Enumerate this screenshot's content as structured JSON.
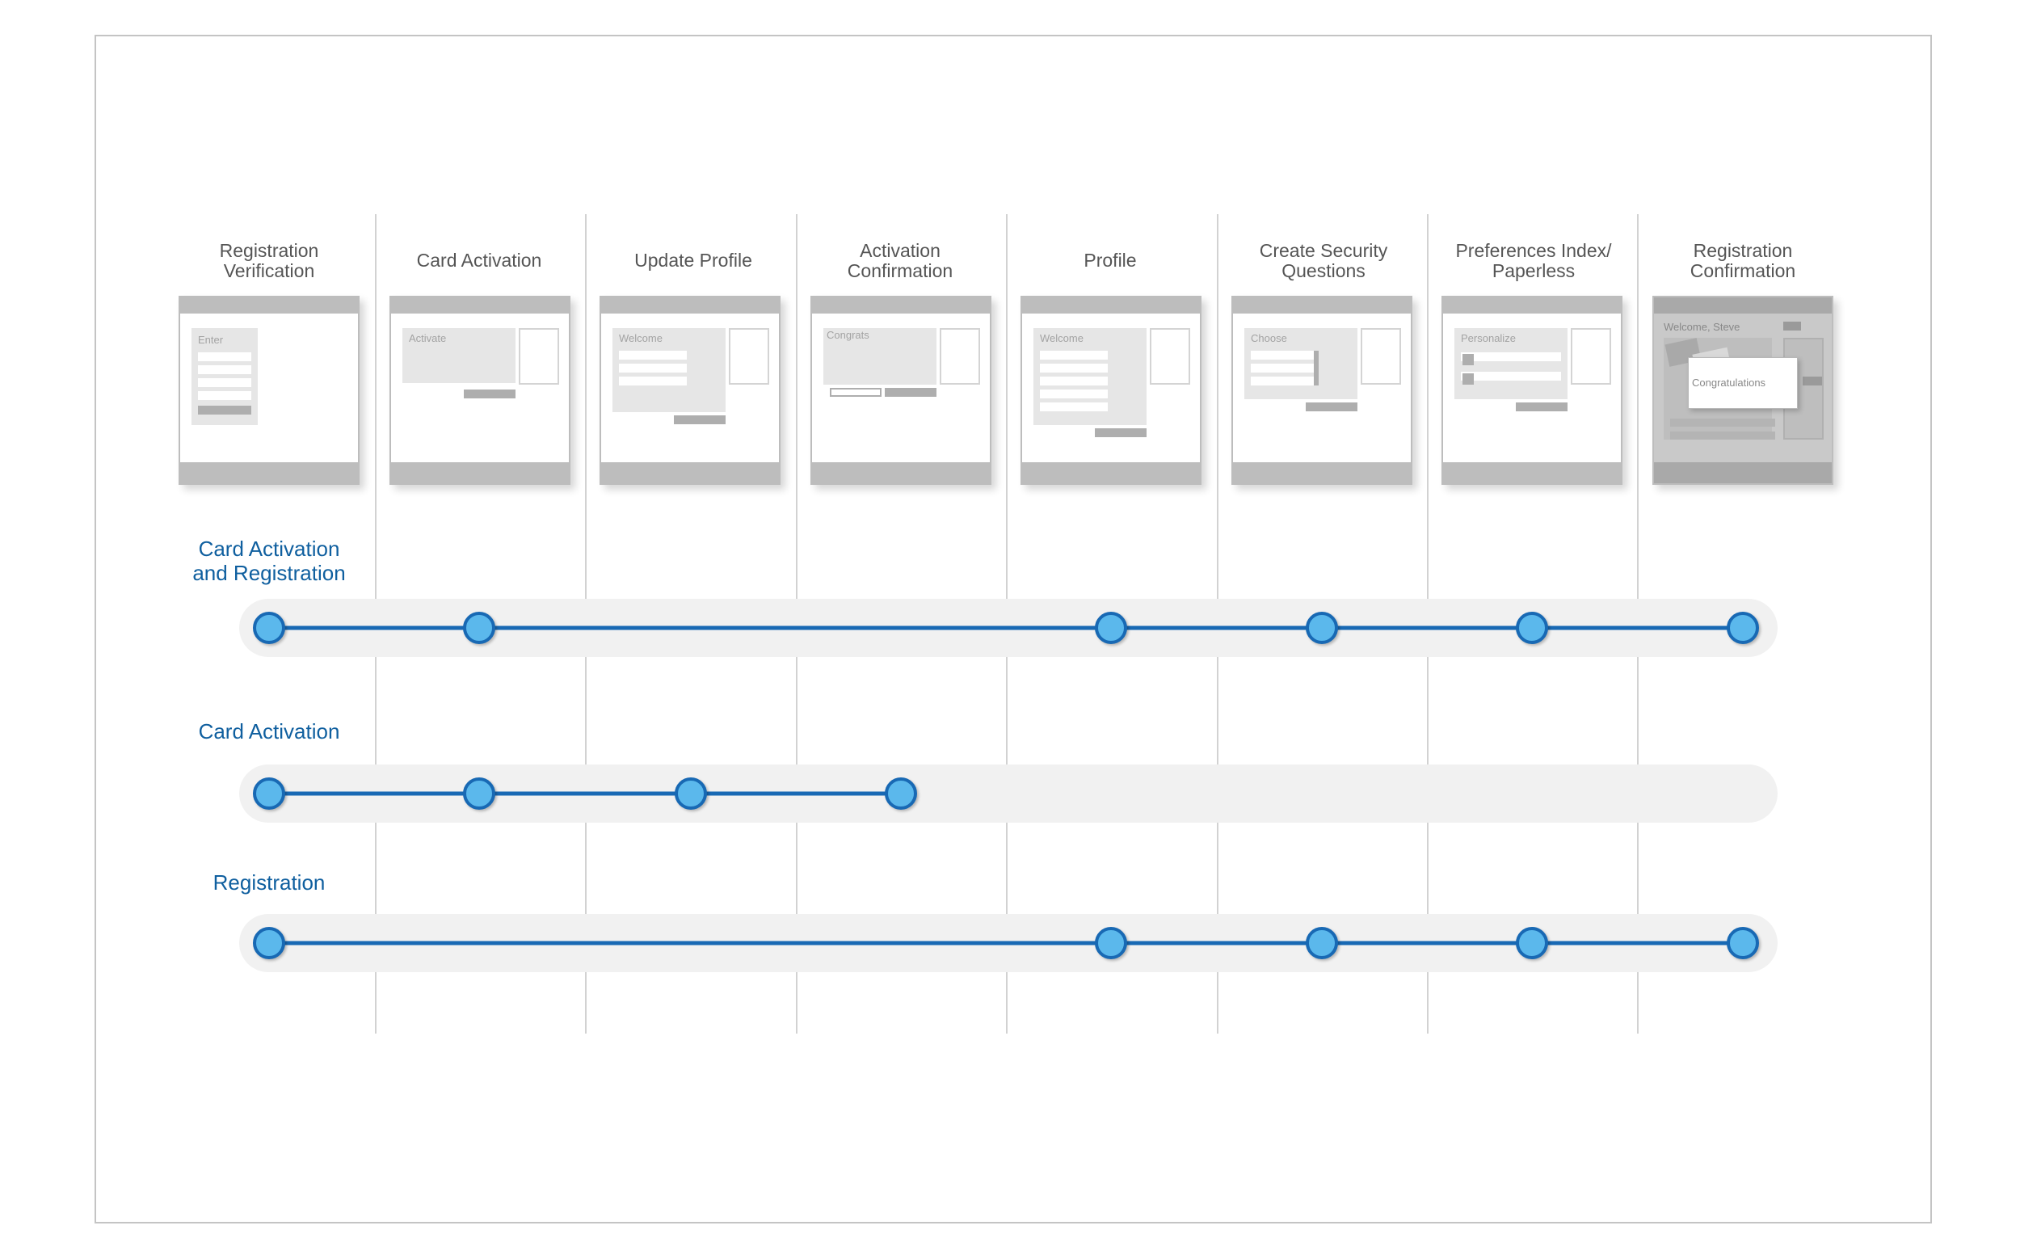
{
  "steps": [
    {
      "title": "Registration\nVerification",
      "caption": "Enter",
      "lines": 2
    },
    {
      "title": "Card Activation",
      "caption": "Activate",
      "lines": 1
    },
    {
      "title": "Update Profile",
      "caption": "Welcome",
      "lines": 1
    },
    {
      "title": "Activation\nConfirmation",
      "caption": "Congrats",
      "lines": 2
    },
    {
      "title": "Profile",
      "caption": "Welcome",
      "lines": 1
    },
    {
      "title": "Create Security\nQuestions",
      "caption": "Choose",
      "lines": 2
    },
    {
      "title": "Preferences Index/\nPaperless",
      "caption": "Personalize",
      "lines": 2
    },
    {
      "title": "Registration\nConfirmation",
      "caption": "Welcome, Steve",
      "modal_text": "Congratulations",
      "lines": 2
    }
  ],
  "flows": [
    {
      "label": "Card Activation\nand Registration",
      "stops": [
        0,
        1,
        4,
        5,
        6,
        7
      ]
    },
    {
      "label": "Card Activation",
      "stops": [
        0,
        1,
        2,
        3
      ]
    },
    {
      "label": "Registration",
      "stops": [
        0,
        4,
        5,
        6,
        7
      ]
    }
  ],
  "colors": {
    "flow_label": "#0f5f9f",
    "node_fill": "#5bb8ec",
    "node_stroke": "#1869b4",
    "track": "#f1f1f1",
    "thumb_bar": "#bdbdbd"
  }
}
